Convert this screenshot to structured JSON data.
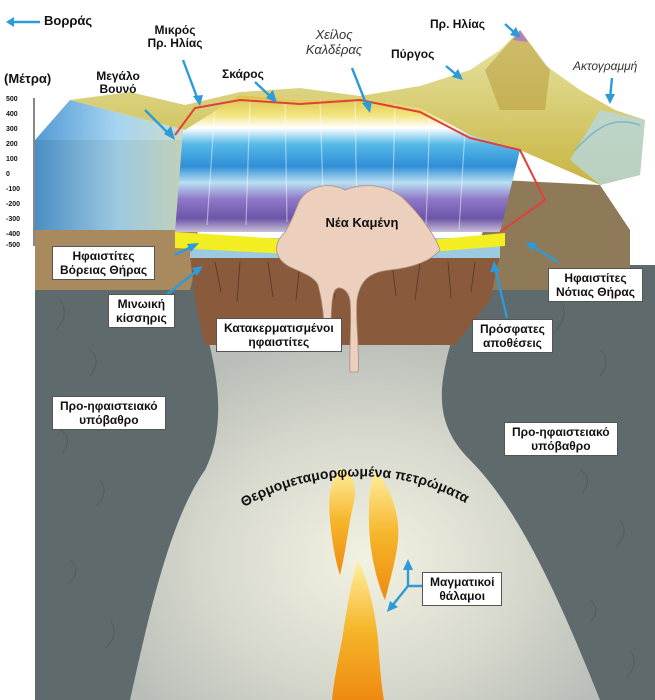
{
  "north": "Βορράς",
  "units": "(Μέτρα)",
  "scale_ticks": [
    "500",
    "400",
    "300",
    "200",
    "100",
    "0",
    "-100",
    "-200",
    "-300",
    "-400",
    "-500"
  ],
  "surface_labels": {
    "mikros_profitis_ilias": "Μικρός\nΠρ. Ηλίας",
    "megalo_vouno": "Μεγάλο\nΒουνό",
    "skaros": "Σκάρος",
    "cheilos_kalderas": "Χείλος\nΚαλδέρας",
    "pyrgos": "Πύργος",
    "profitis_ilias": "Πρ. Ηλίας",
    "aktogrammi": "Ακτογραμμή"
  },
  "rock_labels": {
    "nea_kameni": "Νέα Καμένη",
    "volcanics_north": "Ηφαιστίτες\nΒόρειας Θήρας",
    "minoan_pumice": "Μινωική\nκίσσηρις",
    "fractured_volcanics": "Κατακερματισμένοι\nηφαιστίτες",
    "recent_deposits": "Πρόσφατες\nαποθέσεις",
    "volcanics_south": "Ηφαιστίτες\nΝότιας Θήρας",
    "basement_left": "Προ-ηφαιστειακό\nυπόβαθρο",
    "basement_right": "Προ-ηφαιστειακό\nυπόβαθρο",
    "thermometamorphic": "Θερμομεταμορφωμένα πετρώματα",
    "magma_chambers": "Μαγματικοί\nθάλαμοι"
  },
  "colors": {
    "basement": "#5e6a6c",
    "fractured": "#8a5a3c",
    "pumice": "#f2ee22",
    "nea_kameni": "#eccfbd",
    "arrow": "#2c9bd8",
    "caldera_rim": "#e0403a",
    "magma": "#f3a21a"
  }
}
